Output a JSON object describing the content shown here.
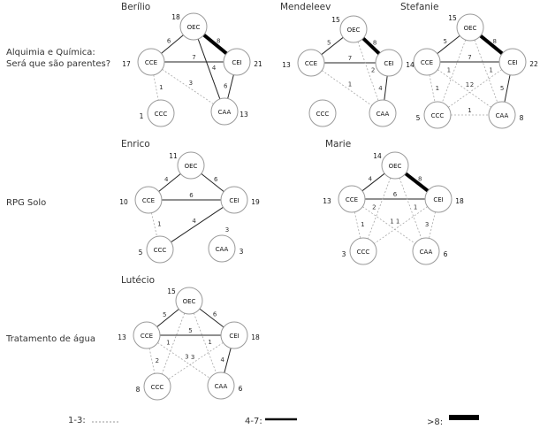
{
  "row_labels": {
    "row1": "Alquimia e Química: Será que são parentes?",
    "row2": "RPG Solo",
    "row3": "Tratamento de água"
  },
  "legend": {
    "thin": "1-3:",
    "medium": "4-7:",
    "thick": ">8:"
  },
  "node_labels": {
    "OEC": "OEC",
    "CCE": "CCE",
    "CEI": "CEI",
    "CCC": "CCC",
    "CAA": "CAA"
  },
  "diagrams": [
    {
      "title": "Berílio",
      "node_values": {
        "OEC": "18",
        "CCE": "17",
        "CEI": "21",
        "CCC": "1",
        "CAA": "13"
      },
      "edges": [
        {
          "a": "OEC",
          "b": "CCE",
          "w": "6"
        },
        {
          "a": "OEC",
          "b": "CEI",
          "w": "8"
        },
        {
          "a": "CCE",
          "b": "CEI",
          "w": "7"
        },
        {
          "a": "CCE",
          "b": "CCC",
          "w": "1"
        },
        {
          "a": "CCE",
          "b": "CAA",
          "w": "3"
        },
        {
          "a": "OEC",
          "b": "CAA",
          "w": "4"
        },
        {
          "a": "CEI",
          "b": "CAA",
          "w": "6"
        }
      ]
    },
    {
      "title": "Mendeleev",
      "node_values": {
        "OEC": "15",
        "CCE": "13",
        "CEI": "14",
        "CCC": "",
        "CAA": ""
      },
      "edges": [
        {
          "a": "OEC",
          "b": "CCE",
          "w": "5"
        },
        {
          "a": "OEC",
          "b": "CEI",
          "w": "8"
        },
        {
          "a": "CCE",
          "b": "CEI",
          "w": "7"
        },
        {
          "a": "CCE",
          "b": "CAA",
          "w": "1"
        },
        {
          "a": "OEC",
          "b": "CAA",
          "w": "2"
        },
        {
          "a": "CEI",
          "b": "CAA",
          "w": "4"
        }
      ]
    },
    {
      "title": "Stefanie",
      "node_values": {
        "OEC": "15",
        "CCE": "",
        "CEI": "22",
        "CCC": "5",
        "CAA": "8"
      },
      "edges": [
        {
          "a": "OEC",
          "b": "CCE",
          "w": "5"
        },
        {
          "a": "OEC",
          "b": "CEI",
          "w": "8"
        },
        {
          "a": "CCE",
          "b": "CEI",
          "w": "7"
        },
        {
          "a": "CCE",
          "b": "CCC",
          "w": "1"
        },
        {
          "a": "CCE",
          "b": "CAA",
          "w": "1"
        },
        {
          "a": "OEC",
          "b": "CCC",
          "w": "1"
        },
        {
          "a": "OEC",
          "b": "CAA",
          "w": "1"
        },
        {
          "a": "CEI",
          "b": "CCC",
          "w": "2"
        },
        {
          "a": "CEI",
          "b": "CAA",
          "w": "5"
        },
        {
          "a": "CCC",
          "b": "CAA",
          "w": "1"
        }
      ]
    },
    {
      "title": "Enrico",
      "node_values": {
        "OEC": "11",
        "CCE": "10",
        "CEI": "19",
        "CCC": "5",
        "CAA": "3"
      },
      "caa_badge": "3",
      "edges": [
        {
          "a": "OEC",
          "b": "CCE",
          "w": "4"
        },
        {
          "a": "OEC",
          "b": "CEI",
          "w": "6"
        },
        {
          "a": "CCE",
          "b": "CEI",
          "w": "6"
        },
        {
          "a": "CCE",
          "b": "CCC",
          "w": "1"
        },
        {
          "a": "CEI",
          "b": "CCC",
          "w": "4"
        }
      ]
    },
    {
      "title": "Marie",
      "node_values": {
        "OEC": "14",
        "CCE": "13",
        "CEI": "18",
        "CCC": "3",
        "CAA": "6"
      },
      "edges": [
        {
          "a": "OEC",
          "b": "CCE",
          "w": "4"
        },
        {
          "a": "OEC",
          "b": "CEI",
          "w": "8"
        },
        {
          "a": "CCE",
          "b": "CEI",
          "w": "6"
        },
        {
          "a": "CCE",
          "b": "CCC",
          "w": "1"
        },
        {
          "a": "CCE",
          "b": "CAA",
          "w": "1"
        },
        {
          "a": "OEC",
          "b": "CCC",
          "w": "2"
        },
        {
          "a": "OEC",
          "b": "CAA",
          "w": "1"
        },
        {
          "a": "CEI",
          "b": "CCC",
          "w": "1"
        },
        {
          "a": "CEI",
          "b": "CAA",
          "w": "3"
        }
      ]
    },
    {
      "title": "Lutécio",
      "node_values": {
        "OEC": "15",
        "CCE": "13",
        "CEI": "18",
        "CCC": "8",
        "CAA": "6"
      },
      "edges": [
        {
          "a": "OEC",
          "b": "CCE",
          "w": "5"
        },
        {
          "a": "OEC",
          "b": "CEI",
          "w": "6"
        },
        {
          "a": "CCE",
          "b": "CEI",
          "w": "5"
        },
        {
          "a": "CCE",
          "b": "CCC",
          "w": "2"
        },
        {
          "a": "CCE",
          "b": "CAA",
          "w": "3"
        },
        {
          "a": "OEC",
          "b": "CCC",
          "w": "1"
        },
        {
          "a": "OEC",
          "b": "CAA",
          "w": "1"
        },
        {
          "a": "CEI",
          "b": "CCC",
          "w": "3"
        },
        {
          "a": "CEI",
          "b": "CAA",
          "w": "4"
        }
      ]
    }
  ]
}
